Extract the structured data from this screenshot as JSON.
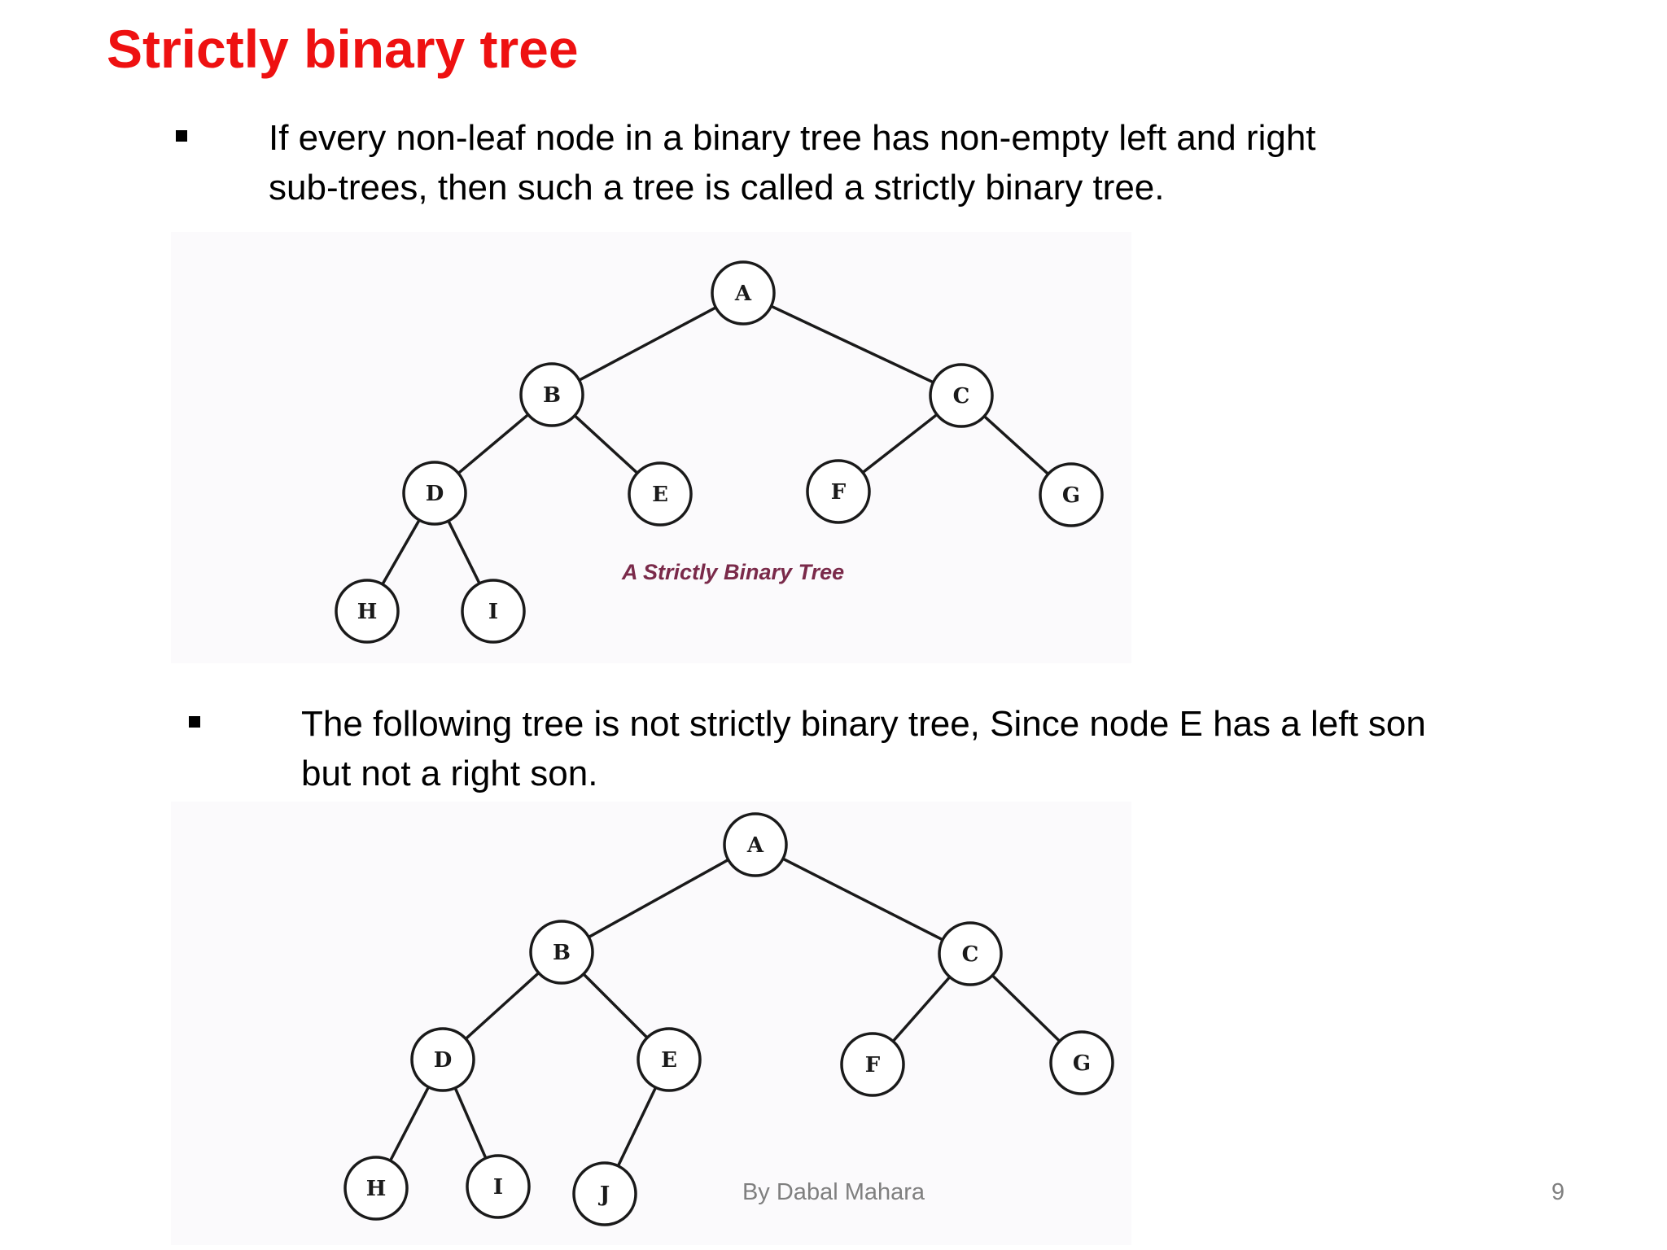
{
  "slide": {
    "title": "Strictly binary tree",
    "bullets": [
      {
        "lines": [
          "If every non-leaf node in a binary tree has non-empty left and right",
          "sub-trees, then such  a tree is called a strictly binary tree."
        ]
      },
      {
        "lines": [
          "The following  tree is not strictly binary tree,  Since node E has a left son",
          "but not a right son."
        ]
      }
    ],
    "footer": {
      "author": "By Dabal Mahara",
      "page_number": "9"
    }
  },
  "diagrams": [
    {
      "caption": "A Strictly Binary Tree",
      "nodes": [
        "A",
        "B",
        "C",
        "D",
        "E",
        "F",
        "G",
        "H",
        "I"
      ],
      "edges": [
        [
          "A",
          "B"
        ],
        [
          "A",
          "C"
        ],
        [
          "B",
          "D"
        ],
        [
          "B",
          "E"
        ],
        [
          "C",
          "F"
        ],
        [
          "C",
          "G"
        ],
        [
          "D",
          "H"
        ],
        [
          "D",
          "I"
        ]
      ]
    },
    {
      "caption": "",
      "nodes": [
        "A",
        "B",
        "C",
        "D",
        "E",
        "F",
        "G",
        "H",
        "I",
        "J"
      ],
      "edges": [
        [
          "A",
          "B"
        ],
        [
          "A",
          "C"
        ],
        [
          "B",
          "D"
        ],
        [
          "B",
          "E"
        ],
        [
          "C",
          "F"
        ],
        [
          "C",
          "G"
        ],
        [
          "D",
          "H"
        ],
        [
          "D",
          "I"
        ],
        [
          "E",
          "J"
        ]
      ]
    }
  ]
}
